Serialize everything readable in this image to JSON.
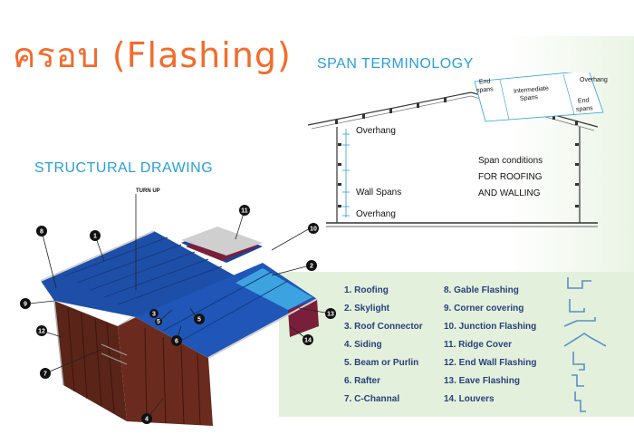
{
  "header": {
    "title": "ครอบ (Flashing)"
  },
  "span_terminology": {
    "title": "SPAN TERMINOLOGY",
    "labels": {
      "overhang_top": "Overhang",
      "wall_spans": "Wall Spans",
      "overhang_bottom": "Overhang",
      "span_conditions_1": "Span conditions",
      "span_conditions_2": "FOR ROOFING",
      "span_conditions_3": "AND WALLING",
      "roof_end_spans_left_1": "End",
      "roof_end_spans_left_2": "spans",
      "roof_intermediate_1": "Intermediate",
      "roof_intermediate_2": "Spans",
      "roof_end_spans_right_1": "End",
      "roof_end_spans_right_2": "spans",
      "roof_overhang": "Overhang"
    }
  },
  "structural": {
    "title": "STRUCTURAL DRAWING",
    "turn_up": "TURN UP",
    "callouts": [
      "1",
      "2",
      "3",
      "4",
      "5",
      "6",
      "7",
      "8",
      "9",
      "10",
      "11",
      "12",
      "13",
      "14",
      "5"
    ]
  },
  "legend": {
    "left": [
      "1. Roofing",
      "2. Skylight",
      "3. Roof Connector",
      "4. Siding",
      "5. Beam or Purlin",
      "6. Rafter",
      "7. C-Channal"
    ],
    "right": [
      "8. Gable Flashing",
      "9. Corner covering",
      "10. Junction Flashing",
      "11. Ridge Cover",
      "12. End Wall Flashing",
      "13. Eave Flashing",
      "14. Louvers"
    ]
  },
  "colors": {
    "title_orange": "#f36c2b",
    "heading_blue": "#2a9fd8",
    "legend_text": "#27407a",
    "roof_blue": "#1e4fa8",
    "wall_brown": "#6b2a1e",
    "panel_green": "#e3f1dc"
  }
}
